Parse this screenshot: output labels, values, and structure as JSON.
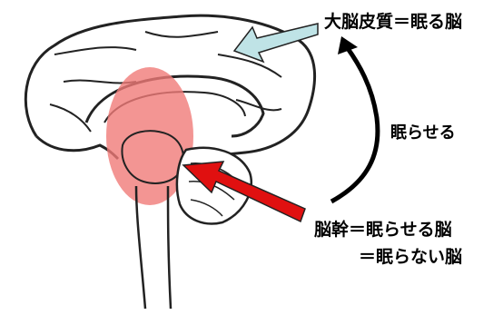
{
  "labels": {
    "cortex": "大脳皮質＝眠る脳",
    "sleep_action": "眠らせる",
    "brainstem_line1": "脳幹＝眠らせる脳",
    "brainstem_line2": "＝眠らない脳"
  },
  "colors": {
    "highlight": "#f07a78",
    "cortex_arrow": "#bfe3e6",
    "brainstem_arrow": "#e01010",
    "outline": "#222222",
    "text": "#000000"
  }
}
